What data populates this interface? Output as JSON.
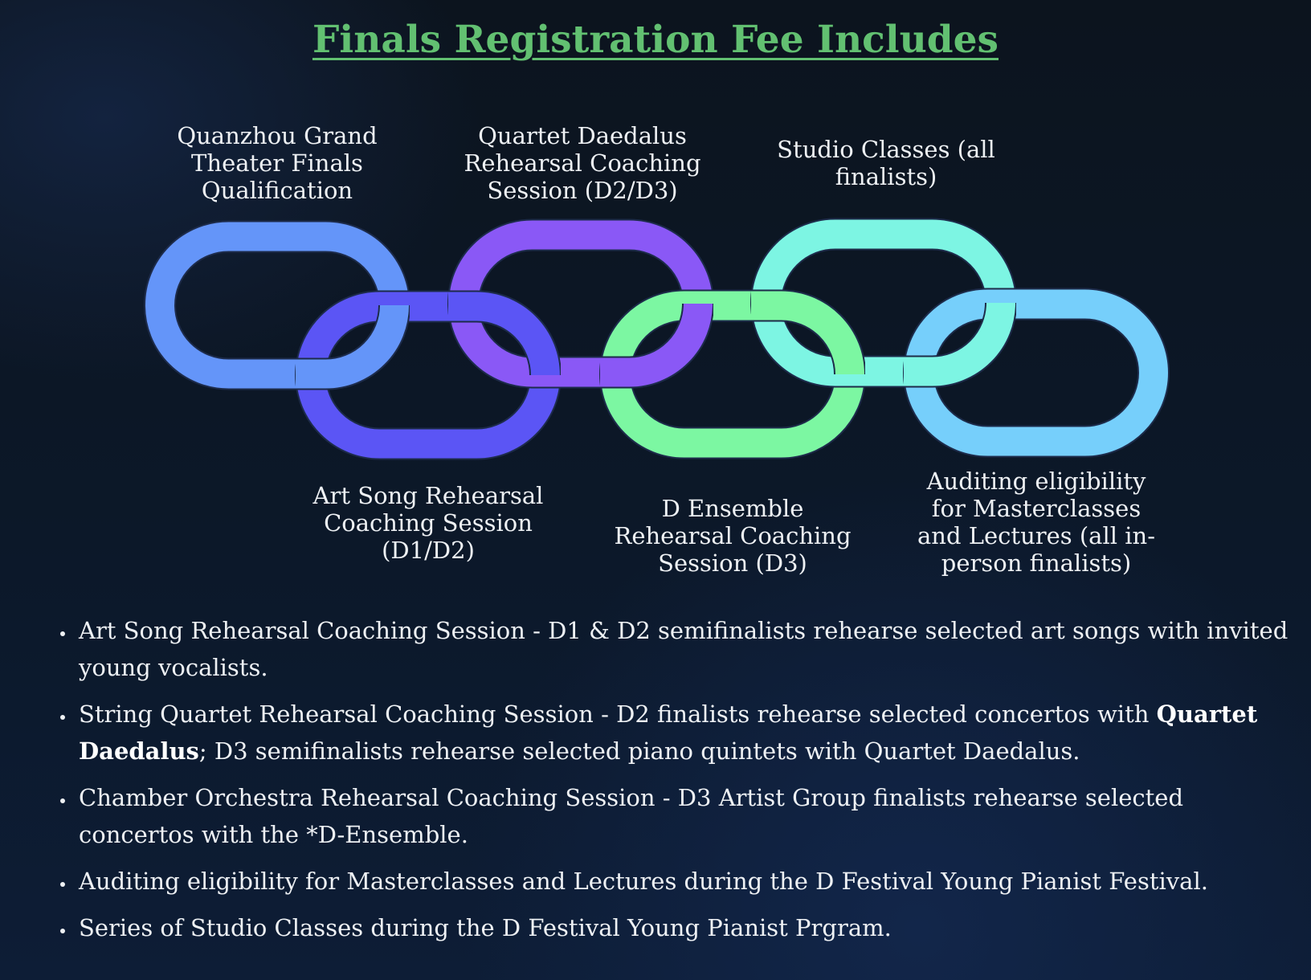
{
  "title": "Finals Registration Fee Includes",
  "links": [
    {
      "label": "Quanzhou Grand Theater Finals Qualification",
      "color": "#6495f9",
      "position": "top"
    },
    {
      "label": "Art Song Rehearsal Coaching Session (D1/D2)",
      "color": "#5b55f5",
      "position": "bottom"
    },
    {
      "label": "Quartet Daedalus Rehearsal Coaching Session (D2/D3)",
      "color": "#8a58f6",
      "position": "top"
    },
    {
      "label": "D Ensemble Rehearsal Coaching Session (D3)",
      "color": "#7cf7a2",
      "position": "bottom"
    },
    {
      "label": "Studio Classes (all finalists)",
      "color": "#7df5e3",
      "position": "top"
    },
    {
      "label": "Auditing eligibility for Masterclasses and Lectures (all in-person finalists)",
      "color": "#76cffb",
      "position": "bottom"
    }
  ],
  "bullets": [
    {
      "text": "Art Song Rehearsal Coaching Session - D1 & D2 semifinalists rehearse selected art songs with invited young vocalists."
    },
    {
      "pre": "String Quartet Rehearsal Coaching Session - D2 finalists rehearse selected concertos with ",
      "strong": "Quartet Daedalus",
      "post": "; D3 semifinalists rehearse selected piano quintets with Quartet Daedalus."
    },
    {
      "text": "Chamber Orchestra Rehearsal Coaching Session - D3 Artist Group finalists rehearse selected concertos with the *D-Ensemble."
    },
    {
      "text": "Auditing eligibility for Masterclasses and Lectures during the D Festival Young Pianist Festival."
    },
    {
      "text": "Series of Studio Classes during the D Festival Young Pianist Prgram."
    }
  ]
}
